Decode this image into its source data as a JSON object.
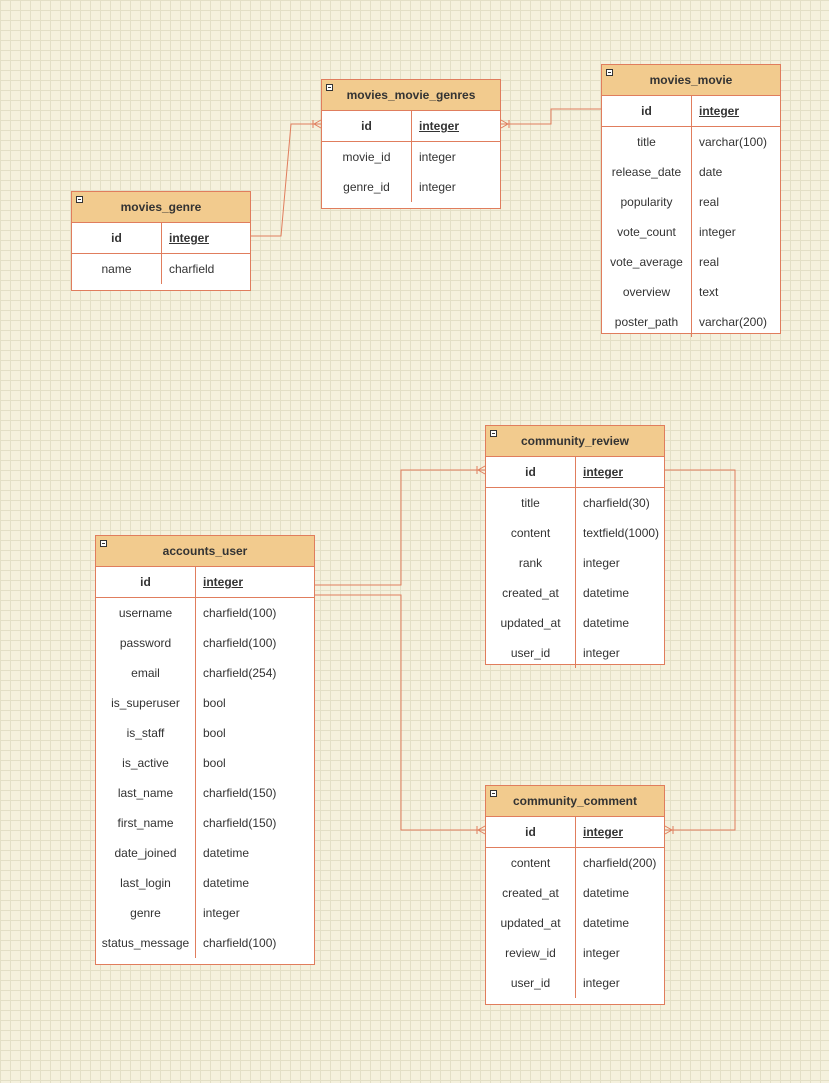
{
  "tables": [
    {
      "id": "movies_genre",
      "title": "movies_genre",
      "rows": [
        {
          "name": "id",
          "type": "integer",
          "pk": true
        },
        {
          "name": "name",
          "type": "charfield"
        }
      ]
    },
    {
      "id": "movies_movie_genres",
      "title": "movies_movie_genres",
      "rows": [
        {
          "name": "id",
          "type": "integer",
          "pk": true
        },
        {
          "name": "movie_id",
          "type": "integer"
        },
        {
          "name": "genre_id",
          "type": "integer"
        }
      ]
    },
    {
      "id": "movies_movie",
      "title": "movies_movie",
      "rows": [
        {
          "name": "id",
          "type": "integer",
          "pk": true
        },
        {
          "name": "title",
          "type": "varchar(100)"
        },
        {
          "name": "release_date",
          "type": "date"
        },
        {
          "name": "popularity",
          "type": "real"
        },
        {
          "name": "vote_count",
          "type": "integer"
        },
        {
          "name": "vote_average",
          "type": "real"
        },
        {
          "name": "overview",
          "type": "text"
        },
        {
          "name": "poster_path",
          "type": "varchar(200)"
        }
      ]
    },
    {
      "id": "community_review",
      "title": "community_review",
      "rows": [
        {
          "name": "id",
          "type": "integer",
          "pk": true
        },
        {
          "name": "title",
          "type": "charfield(30)"
        },
        {
          "name": "content",
          "type": "textfield(1000)"
        },
        {
          "name": "rank",
          "type": "integer"
        },
        {
          "name": "created_at",
          "type": "datetime"
        },
        {
          "name": "updated_at",
          "type": "datetime"
        },
        {
          "name": "user_id",
          "type": "integer"
        }
      ]
    },
    {
      "id": "accounts_user",
      "title": "accounts_user",
      "rows": [
        {
          "name": "id",
          "type": "integer",
          "pk": true
        },
        {
          "name": "username",
          "type": "charfield(100)"
        },
        {
          "name": "password",
          "type": "charfield(100)"
        },
        {
          "name": "email",
          "type": "charfield(254)"
        },
        {
          "name": "is_superuser",
          "type": "bool"
        },
        {
          "name": "is_staff",
          "type": "bool"
        },
        {
          "name": "is_active",
          "type": "bool"
        },
        {
          "name": "last_name",
          "type": "charfield(150)"
        },
        {
          "name": "first_name",
          "type": "charfield(150)"
        },
        {
          "name": "date_joined",
          "type": "datetime"
        },
        {
          "name": "last_login",
          "type": "datetime"
        },
        {
          "name": "genre",
          "type": "integer"
        },
        {
          "name": "status_message",
          "type": "charfield(100)"
        }
      ]
    },
    {
      "id": "community_comment",
      "title": "community_comment",
      "rows": [
        {
          "name": "id",
          "type": "integer",
          "pk": true
        },
        {
          "name": "content",
          "type": "charfield(200)"
        },
        {
          "name": "created_at",
          "type": "datetime"
        },
        {
          "name": "updated_at",
          "type": "datetime"
        },
        {
          "name": "review_id",
          "type": "integer"
        },
        {
          "name": "user_id",
          "type": "integer"
        }
      ]
    }
  ],
  "relations": [
    {
      "from": "movies_genre",
      "to": "movies_movie_genres"
    },
    {
      "from": "movies_movie",
      "to": "movies_movie_genres"
    },
    {
      "from": "accounts_user",
      "to": "community_review"
    },
    {
      "from": "accounts_user",
      "to": "community_comment"
    },
    {
      "from": "community_review",
      "to": "community_comment"
    }
  ],
  "colors": {
    "border": "#e07d5d",
    "header_fill": "#f2cb8e",
    "canvas": "#f5f1dd",
    "grid": "#e3dfc6"
  }
}
